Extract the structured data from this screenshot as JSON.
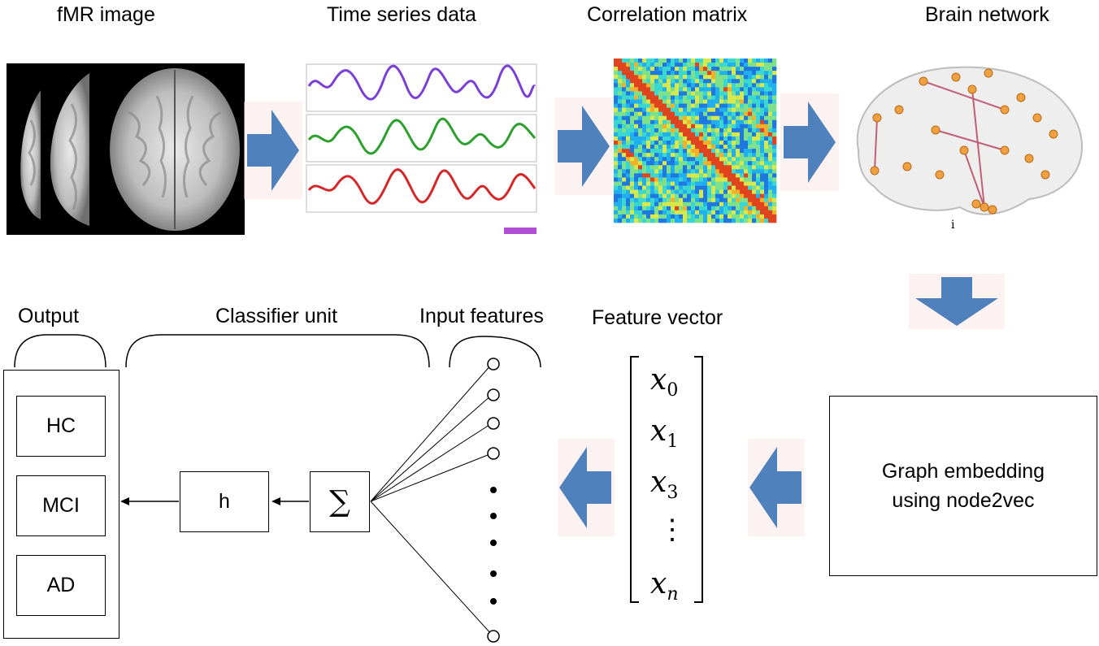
{
  "stages": {
    "fmri": "fMR image",
    "timeseries": "Time series data",
    "correlation": "Correlation matrix",
    "brain_network": "Brain network",
    "brain_network_caption": "i"
  },
  "bottom": {
    "output": "Output",
    "classifier": "Classifier unit",
    "input_features": "Input features",
    "feature_vector": "Feature vector"
  },
  "outputs": [
    "HC",
    "MCI",
    "AD"
  ],
  "classifier": {
    "h": "h",
    "sum": "∑"
  },
  "vector": {
    "x0_base": "x",
    "x0_sub": "0",
    "x1_base": "x",
    "x1_sub": "1",
    "x3_base": "x",
    "x3_sub": "3",
    "dots": "⋮",
    "xn_base": "x",
    "xn_sub": "n"
  },
  "embedding": {
    "line1": "Graph embedding",
    "line2": "using node2vec"
  },
  "colors": {
    "arrow_blue": "#4f81bd",
    "arrow_glow": "#fbe6e6"
  }
}
